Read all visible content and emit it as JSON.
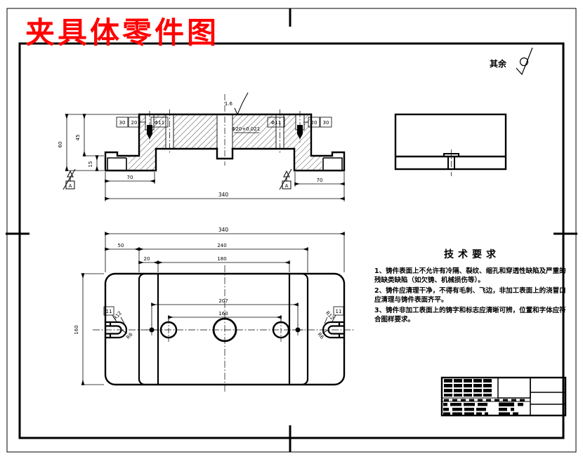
{
  "drawing_title": {
    "text": "夹具体零件图",
    "color": "#ff0000"
  },
  "general_roughness": {
    "label": "其余"
  },
  "tech_requirements": {
    "heading": "技术要求",
    "items": [
      "1、铸件表面上不允许有冷隔、裂纹、缩孔和穿透性缺陷及严重的残缺类缺陷（如欠铸、机械损伤等）。",
      "2、铸件应清理干净，不得有毛刺、飞边，非加工表面上的浇冒口应清理与铸件表面齐平。",
      "3、铸件非加工表面上的铸字和标志应清晰可辨，位置和字体应符合图样要求。"
    ]
  },
  "front_view": {
    "dim_height": "60",
    "dim_inner_height": "45",
    "dim_step": "15",
    "dim_cb_outer_l": "30",
    "dim_cb_inner_l": "20",
    "dim_hole_l": "Φ11",
    "dim_roughness": "1.6",
    "dim_center_hole": "Φ20+0.021",
    "dim_hole_r": "Φ11",
    "dim_cb_inner_r": "20",
    "dim_cb_outer_r": "30",
    "dim_flange_l": "70",
    "dim_flange_r": "70",
    "dim_overall": "340",
    "datum": "A"
  },
  "top_view": {
    "dim_overall": "340",
    "dim_left": "50",
    "dim_mid": "240",
    "dim_rib": "20",
    "dim_span": "180",
    "dim_pins": "207",
    "dim_holes": "160",
    "dim_height": "160",
    "slot_width": "11",
    "slot_outer_radius": "R12",
    "slot_inner_radius": "R6"
  },
  "colors": {
    "line": "#000000",
    "background": "#ffffff",
    "title_red": "#ff0000"
  }
}
